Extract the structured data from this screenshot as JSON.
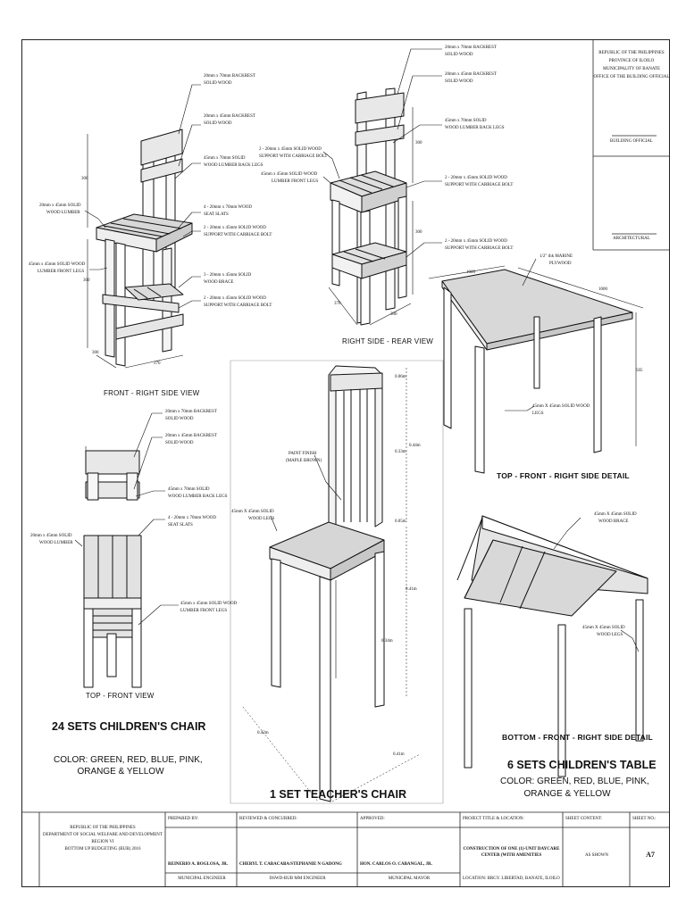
{
  "office_block": {
    "line1": "REPUBLIC OF THE PHILIPPINES",
    "line2": "PROVINCE OF ILOILO",
    "line3": "MUNICIPALITY OF BANATE",
    "line4": "OFFICE OF THE BUILDING OFFICIAL",
    "building_official": "BUILDING OFFICIAL",
    "architectural": "ARCHITECTURAL"
  },
  "views": {
    "front_right": "FRONT - RIGHT SIDE VIEW",
    "right_rear": "RIGHT SIDE - REAR VIEW",
    "top_front": "TOP - FRONT VIEW",
    "table_top": "TOP - FRONT - RIGHT SIDE DETAIL",
    "table_bottom": "BOTTOM - FRONT - RIGHT SIDE DETAIL"
  },
  "titles": {
    "children_chair": "24 SETS CHILDREN'S CHAIR",
    "children_chair_color1": "COLOR: GREEN, RED, BLUE, PINK,",
    "children_chair_color2": "ORANGE & YELLOW",
    "teacher_chair": "1 SET TEACHER'S CHAIR",
    "children_table": "6 SETS CHILDREN'S TABLE",
    "children_table_color1": "COLOR: GREEN, RED, BLUE, PINK,",
    "children_table_color2": "ORANGE & YELLOW"
  },
  "notes_front_right": {
    "n1a": "20mm x 70mm BACKREST",
    "n1b": "SOLID WOOD",
    "n2a": "20mm x 45mm BACKREST",
    "n2b": "SOLID WOOD",
    "n3a": "45mm x 70mm SOLID",
    "n3b": "WOOD LUMBER BACK LEGS",
    "n4a": "4 - 20mm x 70mm WOOD",
    "n4b": "SEAT SLATS",
    "n5a": "2 - 20mm x 45mm SOLID WOOD",
    "n5b": "SUPPORT WITH CARRIAGE BOLT",
    "n6a": "3 - 20mm x 45mm SOLID",
    "n6b": "WOOD BRACE",
    "n7a": "2 - 20mm x 45mm SOLID WOOD",
    "n7b": "SUPPORT WITH CARRIAGE BOLT",
    "n8a": "20mm x 45mm SOLID",
    "n8b": "WOOD LUMBER",
    "n9a": "45mm x 45mm SOLID WOOD",
    "n9b": "LUMBER FRONT LEGS",
    "d1": "300",
    "d2": "300",
    "d3": "300",
    "d4": "370"
  },
  "notes_right_rear": {
    "n1a": "20mm x 70mm BACKREST",
    "n1b": "SOLID WOOD",
    "n2a": "20mm x 45mm BACKREST",
    "n2b": "SOLID WOOD",
    "n3a": "45mm x 70mm SOLID",
    "n3b": "WOOD LUMBER BACK LEGS",
    "n4a": "2 - 20mm x 45mm SOLID WOOD",
    "n4b": "SUPPORT WITH CARRIAGE BOLT",
    "n5a": "45mm x 45mm SOLID WOOD",
    "n5b": "LUMBER FRONT LEGS",
    "n6a": "2 - 20mm x 45mm SOLID WOOD",
    "n6b": "SUPPORT WITH CARRIAGE BOLT",
    "n7a": "2 - 20mm x 45mm SOLID WOOD",
    "n7b": "SUPPORT WITH CARRIAGE BOLT",
    "d1": "300",
    "d2": "300",
    "d3": "370",
    "d4": "300"
  },
  "notes_top_front": {
    "n1a": "20mm x 70mm BACKREST",
    "n1b": "SOLID WOOD",
    "n2a": "20mm x 45mm BACKREST",
    "n2b": "SOLID WOOD",
    "n3a": "45mm x 70mm SOLID",
    "n3b": "WOOD LUMBER BACK LEGS",
    "n4a": "4 - 20mm x 70mm WOOD",
    "n4b": "SEAT SLATS",
    "n5a": "20mm x 45mm SOLID",
    "n5b": "WOOD LUMBER",
    "n6a": "45mm x 45mm SOLID WOOD",
    "n6b": "LUMBER FRONT LEGS"
  },
  "notes_teacher": {
    "paint_a": "PAINT FINISH",
    "paint_b": "(MAPLE BROWN)",
    "legs_a": "45mm X 45mm SOLID",
    "legs_b": "WOOD LEGS",
    "d1": "0.06m",
    "d2": "0.33m",
    "d3": "0.44m",
    "d4": "0.05m",
    "d5": "0.41m",
    "d6": "0.34m",
    "d7": "0.42m",
    "d8": "0.41m"
  },
  "notes_table_top": {
    "ply_a": "1/2\" thk MARINE",
    "ply_b": "PLYWOOD",
    "legs_a": "45mm X 45mm SOLID WOOD",
    "legs_b": "LEGS",
    "d1": "1000",
    "d2": "1000",
    "d3": "505"
  },
  "notes_table_bottom": {
    "brace_a": "45mm X 45mm SOLID",
    "brace_b": "WOOD BRACE",
    "legs_a": "45mm X 45mm SOLID",
    "legs_b": "WOOD LEGS"
  },
  "title_block": {
    "agency1": "REPUBLIC OF THE PHILIPPINES",
    "agency2": "DEPARTMENT OF SOCIAL WELFARE AND DEVELOPMENT",
    "agency3": "REGION VI",
    "agency4": "BOTTOM UP BUDGETING (BUB) 2016",
    "prepared_label": "PREPARED BY:",
    "prepared_name": "REINERIO A. BOGLOSA, JR.",
    "prepared_role": "MUNICIPAL ENGINEER",
    "reviewed_label": "REVIEWED & CONCURRED:",
    "reviewed_name": "CHERYL T. CABACABA/STEPHANIE N GADONG",
    "reviewed_role": "DSWD-BUB MM ENGINEER",
    "approved_label": "APPROVED:",
    "approved_name": "HON. CARLOS O. CABANGAL, JR.",
    "approved_role": "MUNICIPAL MAYOR",
    "project_label": "PROJECT TITLE & LOCATION:",
    "project1": "CONSTRUCTION OF ONE (1)-UNIT DAYCARE",
    "project2": "CENTER (WITH AMENITIES",
    "location": "LOCATION: BRGY. LIBERTAD, BANATE, ILOILO",
    "content_label": "SHEET CONTENT:",
    "content": "AS SHOWN",
    "sheet_label": "SHEET NO.:",
    "sheet": "A7"
  }
}
